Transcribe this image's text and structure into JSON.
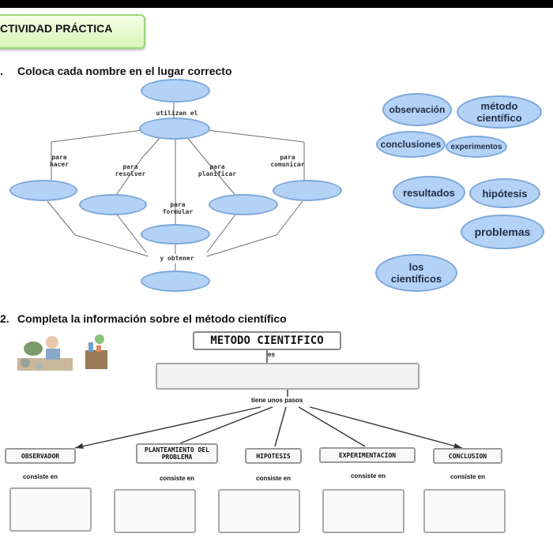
{
  "header": {
    "title": "CTIVIDAD PRÁCTICA"
  },
  "q1": {
    "number": ".",
    "text": "Coloca cada nombre en el lugar correcto",
    "labels": {
      "utilizan": "utilizan el",
      "hacer": "para\nhacer",
      "resolver": "para\nresolver",
      "planificar": "para\nplanificar",
      "comunicar": "para\ncomunicar",
      "formular": "para\nformular",
      "obtener": "y obtener"
    },
    "words": [
      "observación",
      "método científico",
      "conclusiones",
      "experimentos",
      "resultados",
      "hipótesis",
      "problemas",
      "los científicos"
    ]
  },
  "q2": {
    "number": "2.",
    "text": "Completa la información sobre el método científico",
    "title": "METODO CIENTIFICO",
    "es": "es",
    "tiene": "tiene unos pasos",
    "steps": [
      "OBSERVADOR",
      "PLANTEAMIENTO DEL PROBLEMA",
      "HIPOTESIS",
      "EXPERIMENTACION",
      "CONCLUSION"
    ],
    "consiste": "consiste en"
  }
}
